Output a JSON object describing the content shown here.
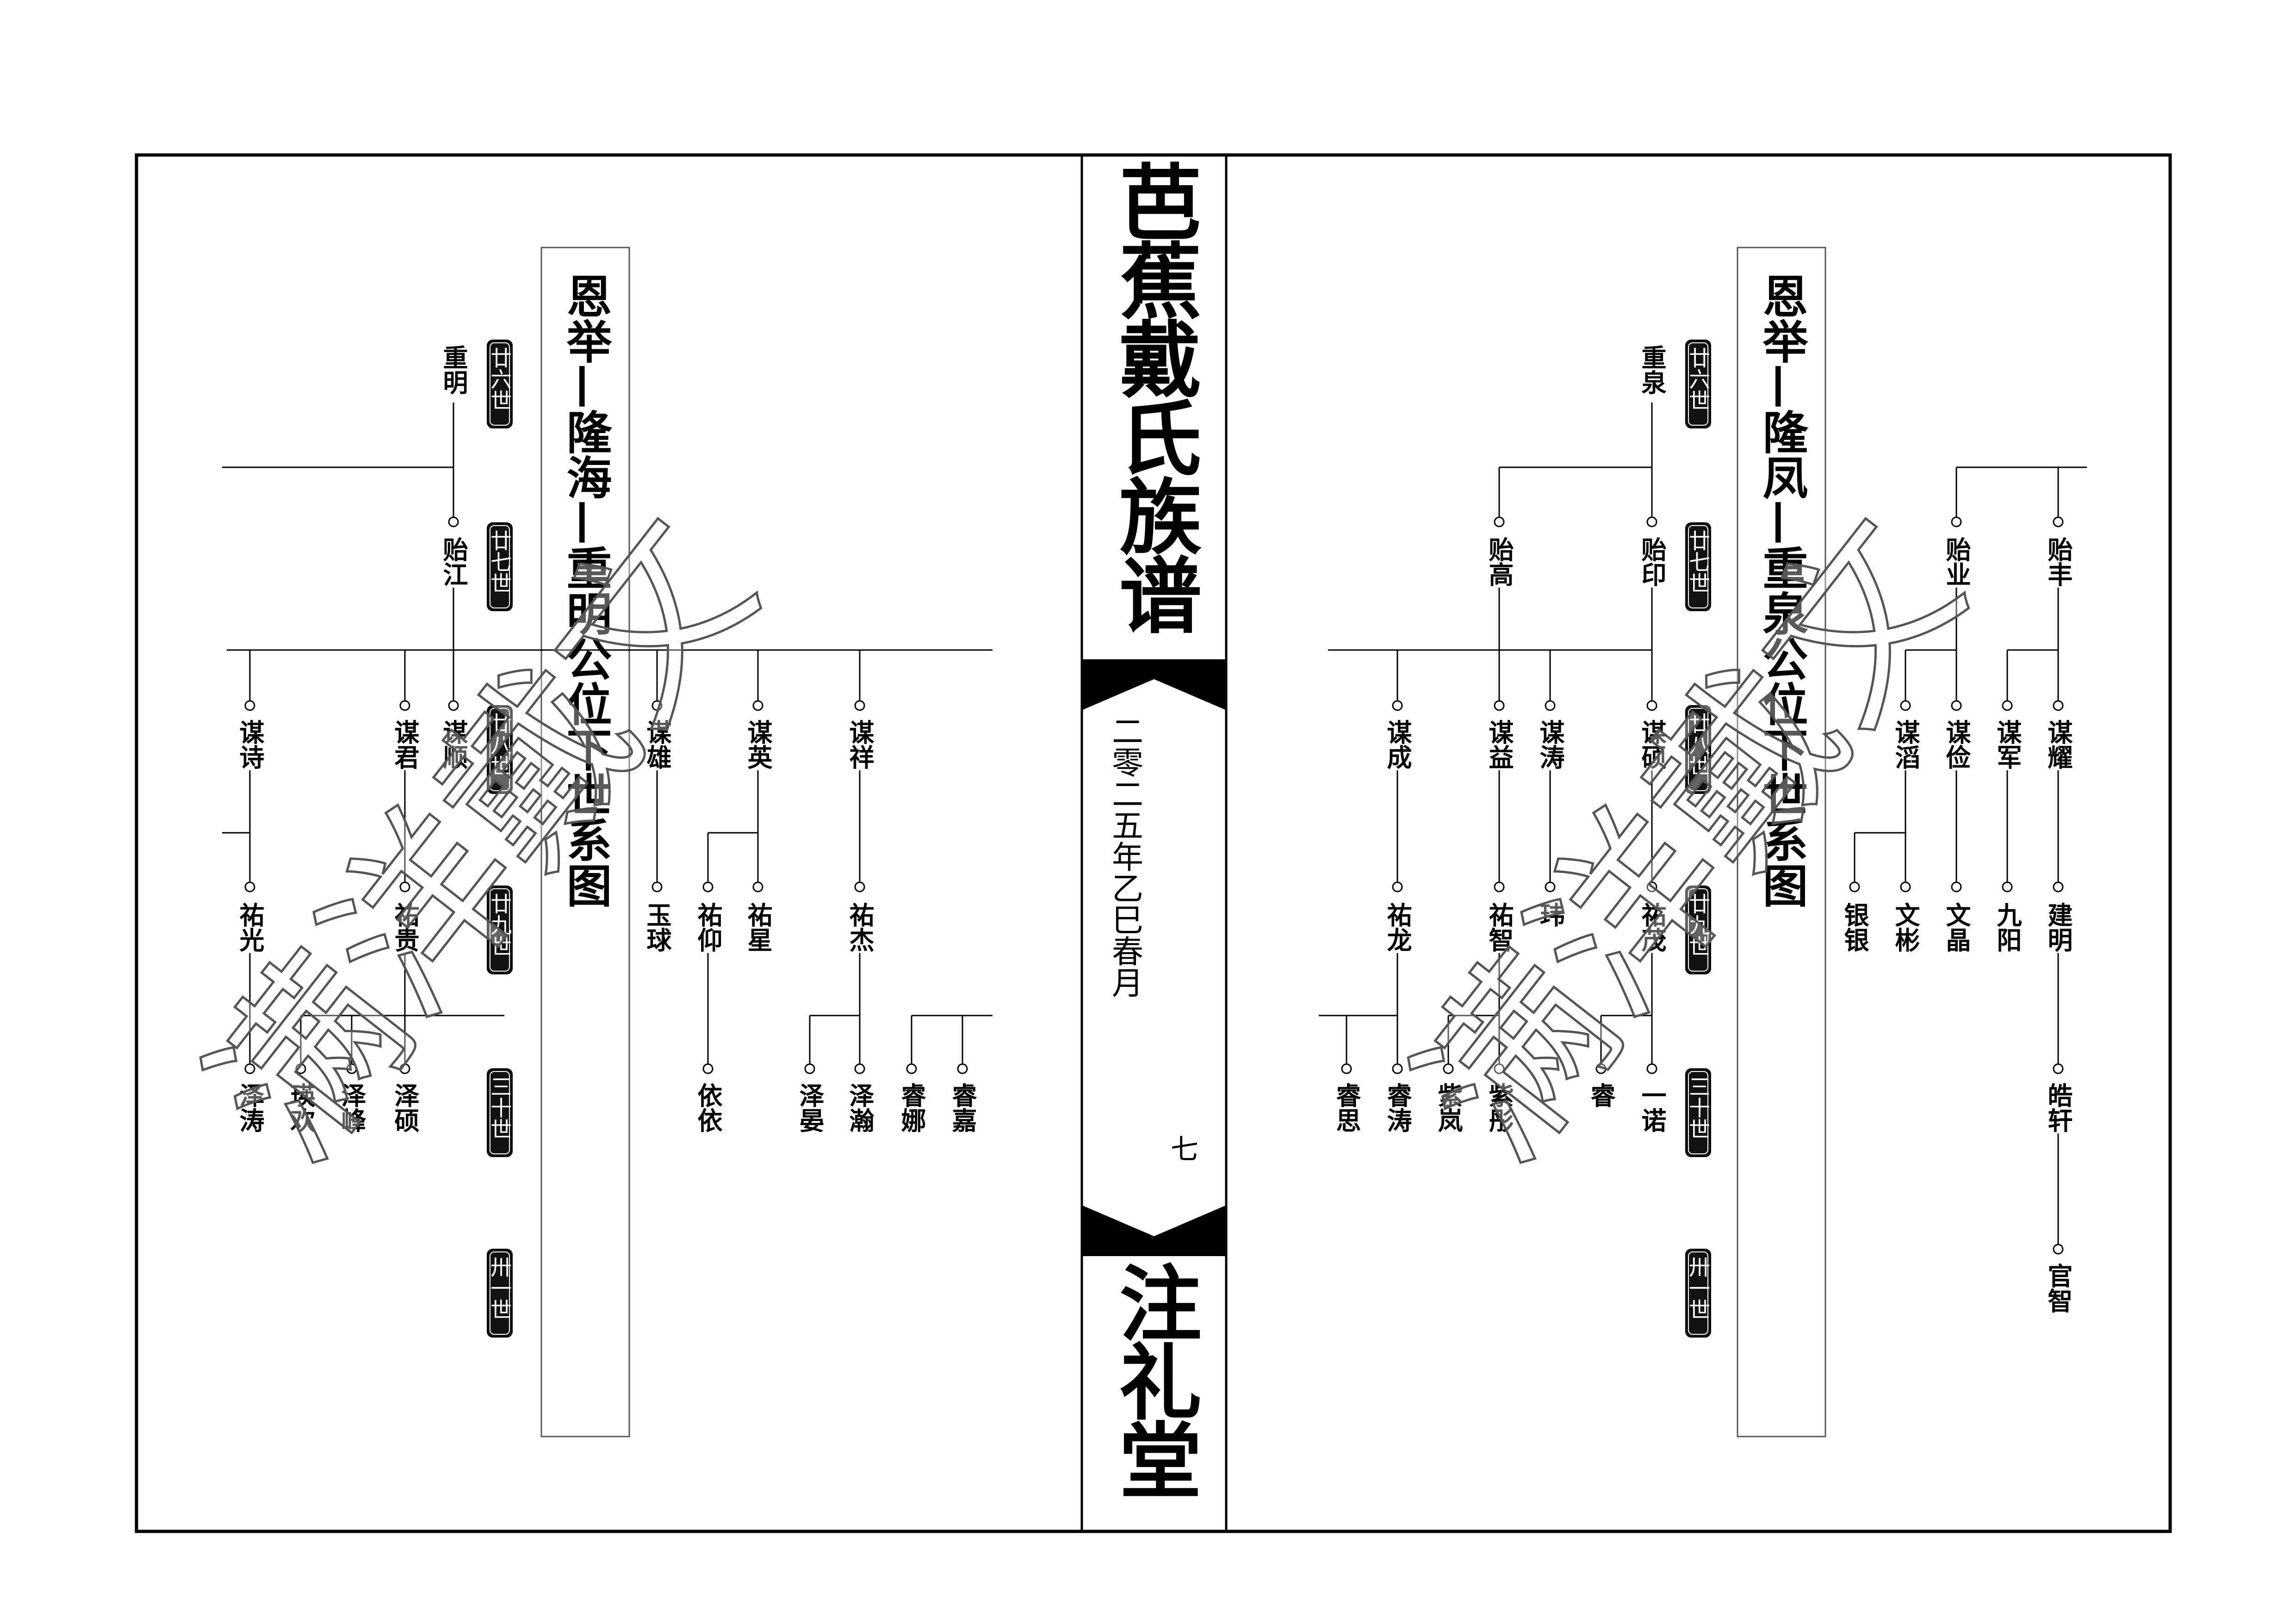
{
  "spine": {
    "title": "芭蕉戴氏族谱",
    "date": "二零二五年乙巳春月",
    "page_number": "七",
    "hall_name": "注礼堂"
  },
  "watermark": "满洋戴文",
  "generation_labels": [
    "廿六世",
    "廿七世",
    "廿八世",
    "廿九世",
    "三十世",
    "卅一世"
  ],
  "left_page": {
    "header": "恩举—隆海—重明公位下世系图",
    "names": {
      "g26": [
        "重明"
      ],
      "g27": [
        "贻江"
      ],
      "g28": [
        "谋诗",
        "谋君",
        "谋顺",
        "谋雄",
        "谋英",
        "谋祥"
      ],
      "g29": [
        "祐光",
        "祐贵",
        "玉球",
        "祐仰",
        "祐星",
        "祐杰"
      ],
      "g30": [
        "泽涛",
        "瑛欢",
        "泽峰",
        "泽硕",
        "依依",
        "泽晏",
        "泽瀚",
        "睿娜",
        "睿嘉"
      ]
    }
  },
  "right_page": {
    "header": "恩举—隆凤—重泉公位下世系图",
    "names": {
      "g26": [
        "重泉"
      ],
      "g27": [
        "贻高",
        "贻印",
        "贻业",
        "贻丰"
      ],
      "g28": [
        "谋成",
        "谋益",
        "谋涛",
        "谋硕",
        "谋滔",
        "谋俭",
        "谋军",
        "谋耀"
      ],
      "g29": [
        "祐龙",
        "祐智",
        "玮",
        "祐茂",
        "银银",
        "文彬",
        "文晶",
        "九阳",
        "建明"
      ],
      "g30": [
        "睿思",
        "睿涛",
        "紫岚",
        "紫彤",
        "睿",
        "一诺",
        "皓轩"
      ],
      "g31": [
        "官智"
      ]
    }
  }
}
